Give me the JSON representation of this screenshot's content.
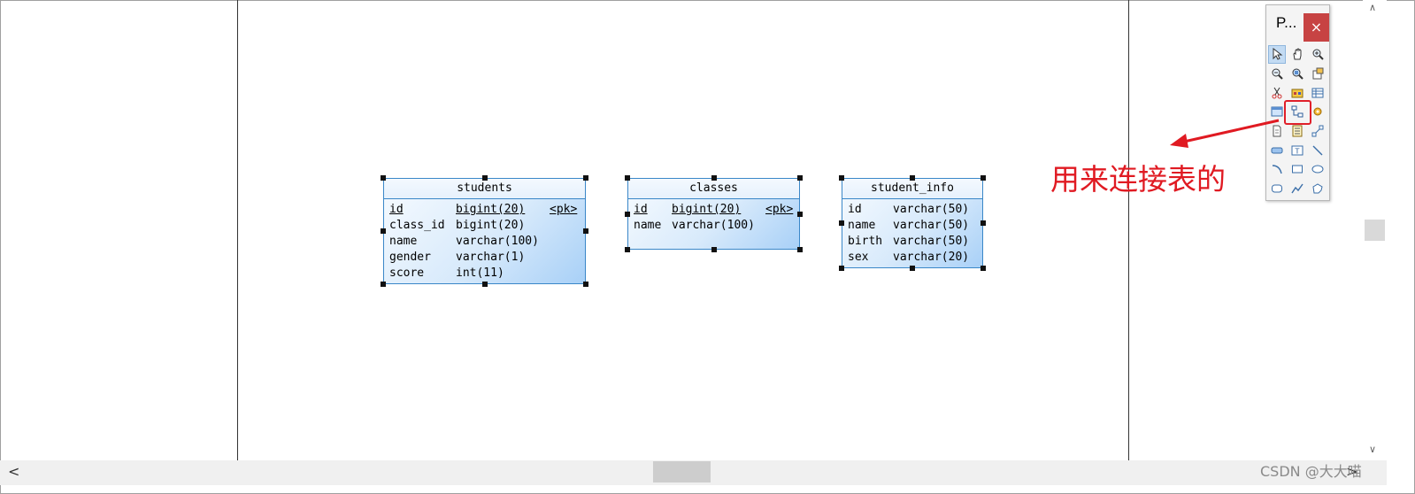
{
  "palette": {
    "title": "P...",
    "close_label": "×",
    "tools": [
      "pointer-icon",
      "hand-icon",
      "zoom-in-icon",
      "zoom-out-icon",
      "zoom-fit-icon",
      "properties-icon",
      "cut-icon",
      "package-icon",
      "table-icon",
      "view-icon",
      "reference-icon",
      "procedure-icon",
      "file-icon",
      "text-doc-icon",
      "link-icon",
      "button-shape-icon",
      "text-box-icon",
      "line-icon",
      "arc-icon",
      "rectangle-icon",
      "ellipse-icon",
      "rounded-rect-icon",
      "polyline-icon",
      "polygon-icon"
    ]
  },
  "tables": [
    {
      "name": "students",
      "columns": [
        {
          "name": "id",
          "type": "bigint(20)",
          "key": "<pk>"
        },
        {
          "name": "class_id",
          "type": "bigint(20)",
          "key": ""
        },
        {
          "name": "name",
          "type": "varchar(100)",
          "key": ""
        },
        {
          "name": "gender",
          "type": "varchar(1)",
          "key": ""
        },
        {
          "name": "score",
          "type": "int(11)",
          "key": ""
        }
      ]
    },
    {
      "name": "classes",
      "columns": [
        {
          "name": "id",
          "type": "bigint(20)",
          "key": "<pk>"
        },
        {
          "name": "name",
          "type": "varchar(100)",
          "key": ""
        }
      ]
    },
    {
      "name": "student_info",
      "columns": [
        {
          "name": "id",
          "type": "varchar(50)",
          "key": ""
        },
        {
          "name": "name",
          "type": "varchar(50)",
          "key": ""
        },
        {
          "name": "birth",
          "type": "varchar(50)",
          "key": ""
        },
        {
          "name": "sex",
          "type": "varchar(20)",
          "key": ""
        }
      ]
    }
  ],
  "annotation": "用来连接表的",
  "watermark": "CSDN @大大喵",
  "scroll": {
    "left": "<",
    "right": ">",
    "up": "∧",
    "down": "∨"
  },
  "colors": {
    "accent_red": "#e01a22",
    "table_border": "#3a87c8",
    "close_red": "#c74343"
  }
}
